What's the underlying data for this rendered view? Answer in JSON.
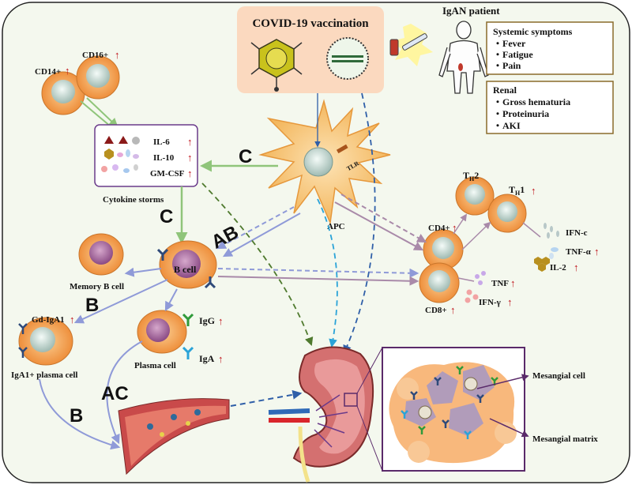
{
  "vaccination": {
    "title": "COVID-19 vaccination"
  },
  "patient": {
    "title": "IgAN patient"
  },
  "systemic": {
    "title": "Systemic symptoms",
    "items": [
      "・Fever",
      "・Fatigue",
      "・Pain"
    ]
  },
  "renal": {
    "title": "Renal",
    "items": [
      "・Gross hematuria",
      "・Proteinuria",
      "・AKI"
    ]
  },
  "monocytes": {
    "cd14": "CD14+",
    "cd16": "CD16+"
  },
  "cytokines": {
    "il6": "IL-6",
    "il10": "IL-10",
    "gmcsf": "GM-CSF",
    "caption": "Cytokine storms"
  },
  "apc": {
    "label": "APC",
    "tlr": "TLR"
  },
  "cells": {
    "memory_b": "Memory B cell",
    "b_cell": "B cell",
    "plasma": "Plasma cell",
    "iga1_plasma": "IgA1+  plasma cell",
    "gd_iga1": "Gd-IgA1",
    "igg": "IgG",
    "iga": "IgA"
  },
  "tcells": {
    "cd4": "CD4+",
    "cd8": "CD8+",
    "th2_main": "T",
    "th2_sub": "H",
    "th2_num": "2",
    "th1_main": "T",
    "th1_sub": "H",
    "th1_num": "1",
    "ifnc": "IFN-c",
    "tnfa": "TNF-α",
    "il2": "IL-2",
    "tnf": "TNF",
    "ifng": "IFN-γ"
  },
  "kidney": {
    "mesangial_cell": "Mesangial cell",
    "mesangial_matrix": "Mesangial matrix"
  },
  "pathways": {
    "c1": "C",
    "c2": "C",
    "ab": "AB",
    "b1": "B",
    "b2": "B",
    "ac": "AC"
  },
  "arrow_up": "↑",
  "colors": {
    "background": "#f4f8ee",
    "vaccine_box": "#fbd9bf",
    "cell_orange": "#f5a55a",
    "nucleus": "#d8e6e2",
    "plasma_nucleus": "#a56a9a",
    "pathway_green": "#8fc57a",
    "pathway_blue": "#8f9ad8",
    "pathway_purple": "#a98aa9",
    "dash_blue": "#2f5fa8",
    "dash_green": "#4f7a2e",
    "frame_purple": "#6a3a8a",
    "frame_brown": "#8a6a2a"
  }
}
